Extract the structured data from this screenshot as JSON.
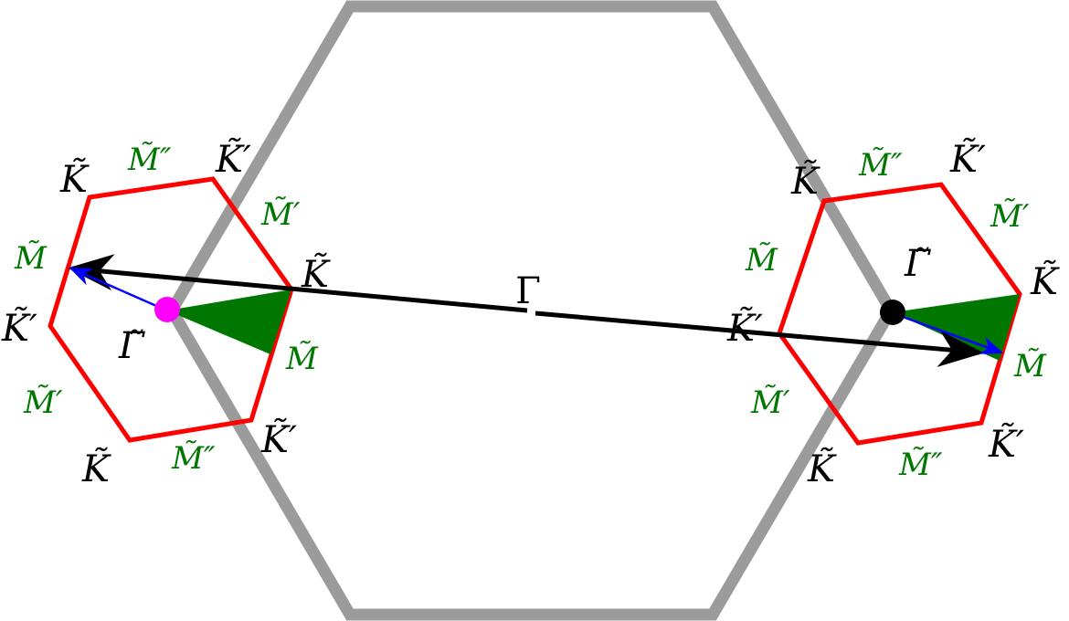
{
  "colors": {
    "large_hexagon": "#9b9b9b",
    "small_hexagon": "#ff0000",
    "wedge": "#007700",
    "main_arrow": "#000000",
    "small_arrow": "#0000ff",
    "point_left": "#ff00ff",
    "point_right": "#000000",
    "label_black": "#000000",
    "label_green": "#007700"
  },
  "labels": {
    "center": "Γ",
    "left_cell": {
      "gamma": "Γ̃",
      "k_top_left": "K̃",
      "k_right": "K̃",
      "k_bottom_left": "K̃",
      "kp_top_right": "K̃′",
      "kp_left": "K̃′",
      "kp_bottom_right": "K̃′",
      "m_left": "M̃",
      "m_right": "M̃",
      "mp_top_right": "M̃′",
      "mp_bottom_left": "M̃′",
      "mpp_top": "M̃″",
      "mpp_bottom": "M̃″"
    },
    "right_cell": {
      "gamma": "Γ̃",
      "k_top_left": "K̃",
      "k_right": "K̃",
      "k_bottom_left": "K̃",
      "kp_top_right": "K̃′",
      "kp_left": "K̃′",
      "kp_bottom_right": "K̃′",
      "m_left": "M̃",
      "m_right": "M̃",
      "mp_top_right": "M̃′",
      "mp_bottom_left": "M̃′",
      "mpp_top": "M̃″",
      "mpp_bottom": "M̃″"
    }
  }
}
